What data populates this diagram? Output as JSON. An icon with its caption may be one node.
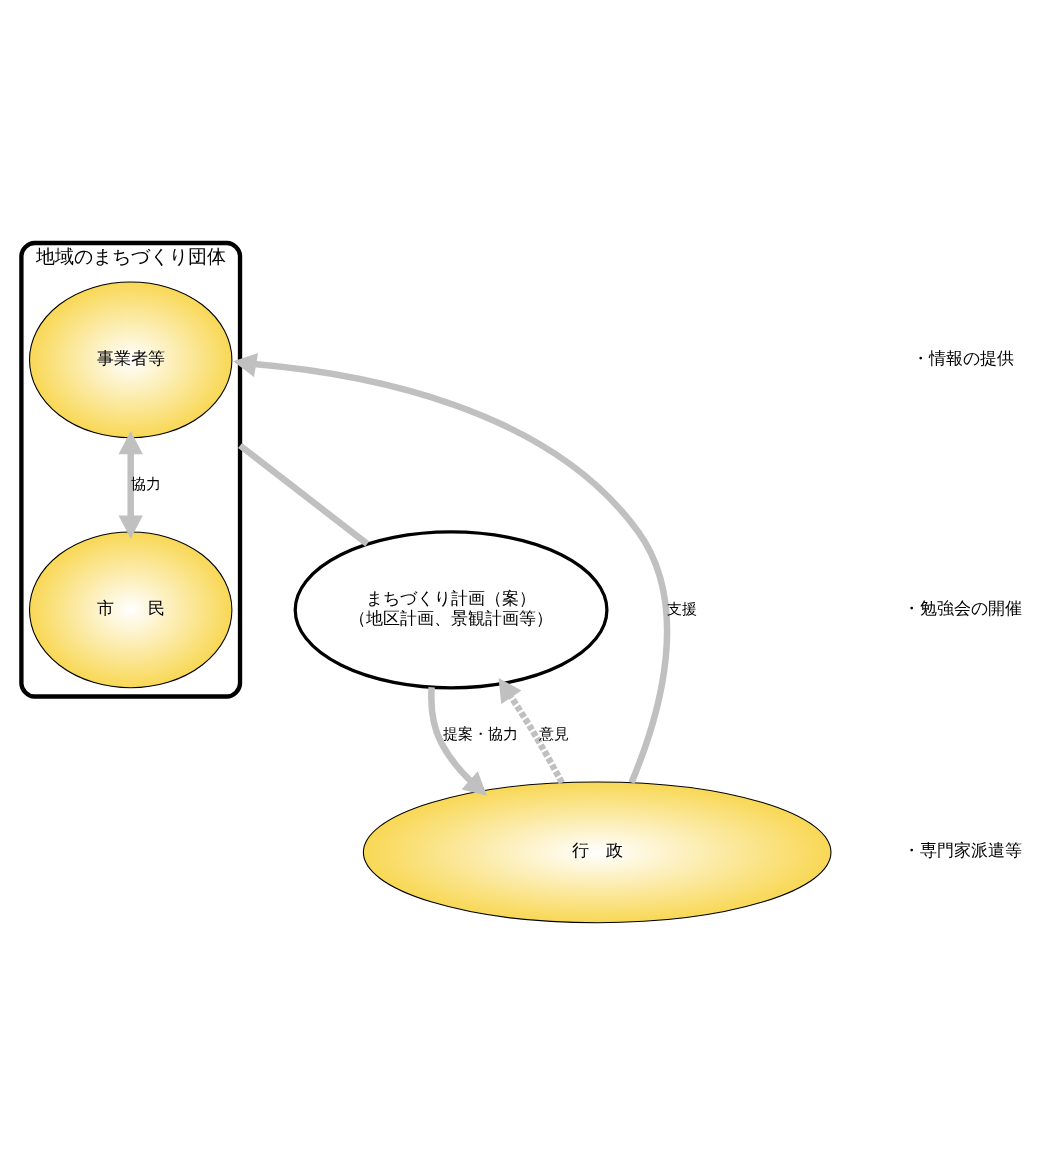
{
  "diagram": {
    "nodes": [
      {
        "text": [
          "地域のまちづくり団体"
        ]
      },
      {
        "text": [
          "事業者等"
        ],
        "in": 0
      },
      {
        "text": [
          "市　　民"
        ],
        "in": 0
      },
      {
        "text": [
          "まちづくり計画（案）",
          "（地区計画、景観計画等）"
        ]
      },
      {
        "text": [
          "行　政"
        ]
      }
    ],
    "edges": [
      {
        "from": 1,
        "to": 2,
        "arrow": "both",
        "label": "協力"
      },
      {
        "from": 0,
        "to": 3,
        "arrow": "none"
      },
      {
        "from": 3,
        "to": 4,
        "arrow": "to",
        "label": "提案・協力"
      },
      {
        "from": 4,
        "to": 3,
        "arrow": "to",
        "label": "意見",
        "style": "dashed"
      },
      {
        "from": 4,
        "to": 0,
        "arrow": "to",
        "label": "支援"
      }
    ],
    "labels": [
      "・情報の提供",
      "・勉強会の開催",
      "・専門家派遣等"
    ]
  }
}
